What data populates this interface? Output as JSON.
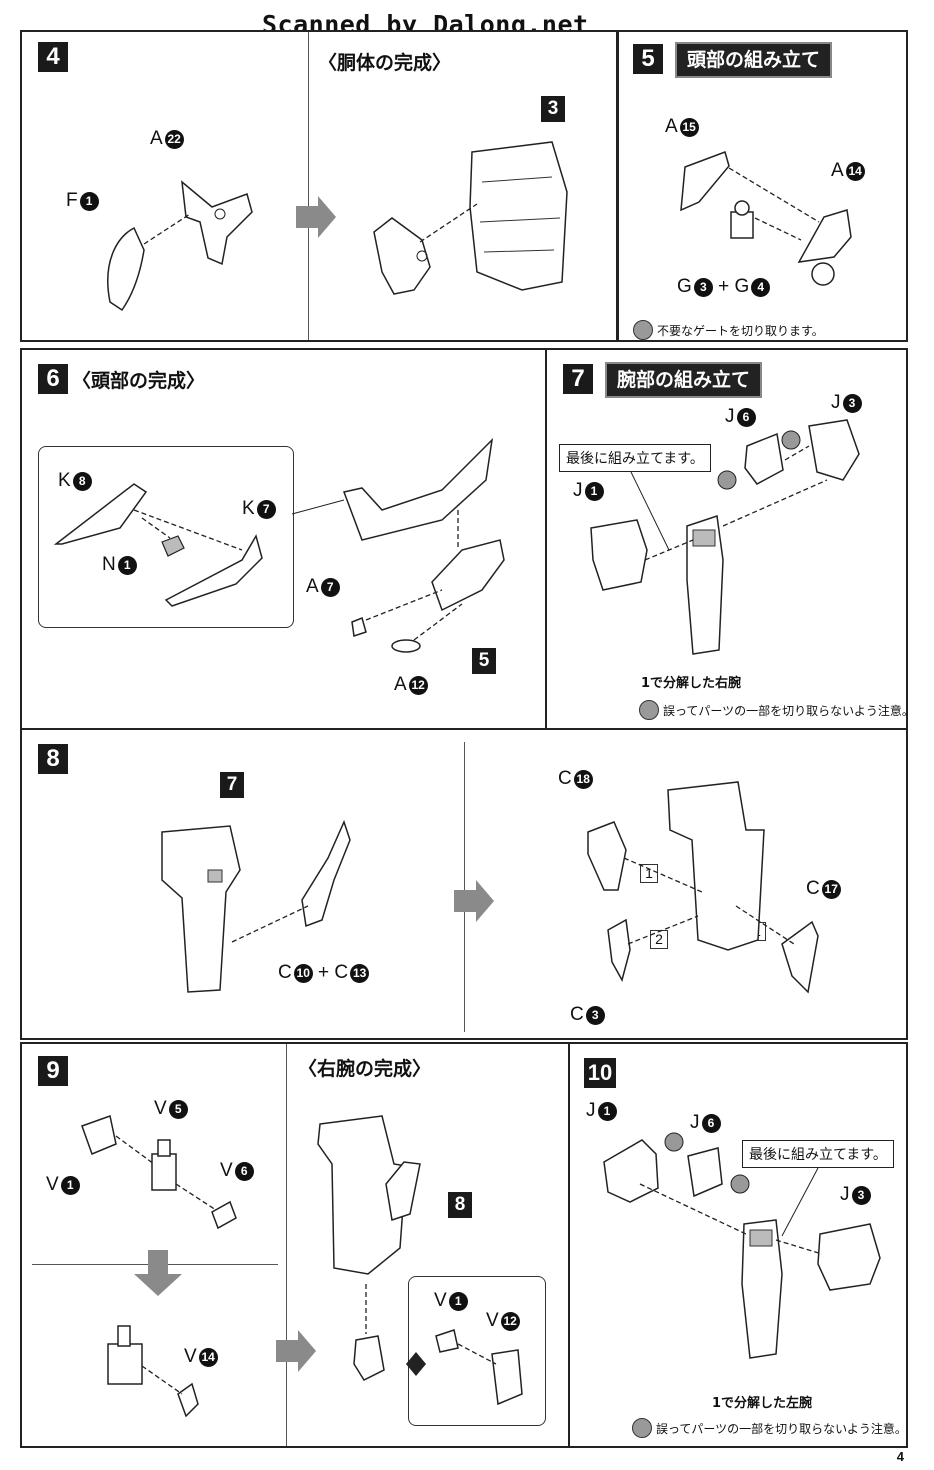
{
  "scan_credit": "Scanned by Dalong.net",
  "page_number": "4",
  "steps": {
    "s4": {
      "num": "4",
      "subtitle": "〈胴体の完成〉",
      "labels": {
        "a22": {
          "letter": "A",
          "num": "22"
        },
        "f1": {
          "letter": "F",
          "num": "1"
        }
      },
      "ref": "3"
    },
    "s5": {
      "num": "5",
      "title": "頭部の組み立て",
      "labels": {
        "a15": {
          "letter": "A",
          "num": "15"
        },
        "a14": {
          "letter": "A",
          "num": "14"
        },
        "g3": {
          "letter": "G",
          "num": "3"
        },
        "plus": "+",
        "g4": {
          "letter": "G",
          "num": "4"
        }
      },
      "note": "不要なゲートを切り取ります。"
    },
    "s6": {
      "num": "6",
      "subtitle": "〈頭部の完成〉",
      "labels": {
        "k8": {
          "letter": "K",
          "num": "8"
        },
        "k7": {
          "letter": "K",
          "num": "7"
        },
        "n1": {
          "letter": "N",
          "num": "1"
        },
        "a7": {
          "letter": "A",
          "num": "7"
        },
        "a12": {
          "letter": "A",
          "num": "12"
        }
      },
      "ref": "5"
    },
    "s7": {
      "num": "7",
      "title": "腕部の組み立て",
      "labels": {
        "j6": {
          "letter": "J",
          "num": "6"
        },
        "j3": {
          "letter": "J",
          "num": "3"
        },
        "j1": {
          "letter": "J",
          "num": "1"
        }
      },
      "callout": "最後に組み立てます。",
      "bold_note": "1で分解した右腕",
      "note": "誤ってパーツの一部を切り取らないよう注意。"
    },
    "s8": {
      "num": "8",
      "labels": {
        "c10": {
          "letter": "C",
          "num": "10"
        },
        "plus": "+",
        "c13": {
          "letter": "C",
          "num": "13"
        },
        "c18": {
          "letter": "C",
          "num": "18"
        },
        "c17": {
          "letter": "C",
          "num": "17"
        },
        "c3": {
          "letter": "C",
          "num": "3"
        }
      },
      "ref": "7",
      "order": [
        "1",
        "2",
        "1"
      ]
    },
    "s9": {
      "num": "9",
      "subtitle": "〈右腕の完成〉",
      "labels": {
        "v5": {
          "letter": "V",
          "num": "5"
        },
        "v1": {
          "letter": "V",
          "num": "1"
        },
        "v6": {
          "letter": "V",
          "num": "6"
        },
        "v14": {
          "letter": "V",
          "num": "14"
        },
        "v1b": {
          "letter": "V",
          "num": "1"
        },
        "v12": {
          "letter": "V",
          "num": "12"
        }
      },
      "ref": "8"
    },
    "s10": {
      "num": "10",
      "labels": {
        "j1": {
          "letter": "J",
          "num": "1"
        },
        "j6": {
          "letter": "J",
          "num": "6"
        },
        "j3": {
          "letter": "J",
          "num": "3"
        }
      },
      "callout": "最後に組み立てます。",
      "bold_note": "1で分解した左腕",
      "note": "誤ってパーツの一部を切り取らないよう注意。"
    }
  },
  "colors": {
    "ink": "#111111",
    "arrow": "#8a8a8a",
    "panel_border": "#222222"
  }
}
